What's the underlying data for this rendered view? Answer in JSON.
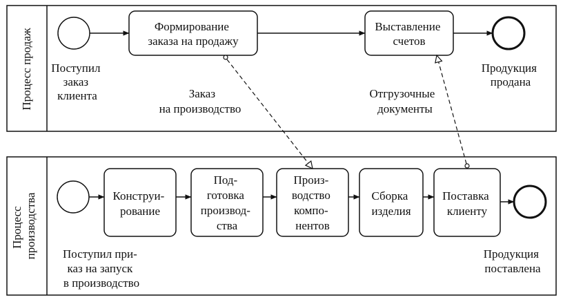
{
  "pools": {
    "sales": {
      "title": "Процесс продаж",
      "start_event": [
        "Поступил",
        "заказ",
        "клиента"
      ],
      "task_order": [
        "Формирование",
        "заказа на продажу"
      ],
      "task_invoice": [
        "Выставление",
        "счетов"
      ],
      "end_event": [
        "Продукция",
        "продана"
      ]
    },
    "production": {
      "title": [
        "Процесс",
        "производства"
      ],
      "start_event": [
        "Поступил при-",
        "каз на запуск",
        "в производство"
      ],
      "task_design": [
        "Конструи-",
        "рование"
      ],
      "task_prep": [
        "Под-",
        "готовка",
        "производ-",
        "ства"
      ],
      "task_components": [
        "Произ-",
        "водство",
        "компо-",
        "нентов"
      ],
      "task_assembly": [
        "Сборка",
        "изделия"
      ],
      "task_delivery": [
        "Поставка",
        "клиенту"
      ],
      "end_event": [
        "Продукция",
        "поставлена"
      ]
    }
  },
  "message_flows": {
    "production_order": [
      "Заказ",
      "на производство"
    ],
    "shipping_docs": [
      "Отгрузочные",
      "документы"
    ]
  },
  "colors": {
    "stroke": "#111111",
    "background": "#ffffff"
  }
}
